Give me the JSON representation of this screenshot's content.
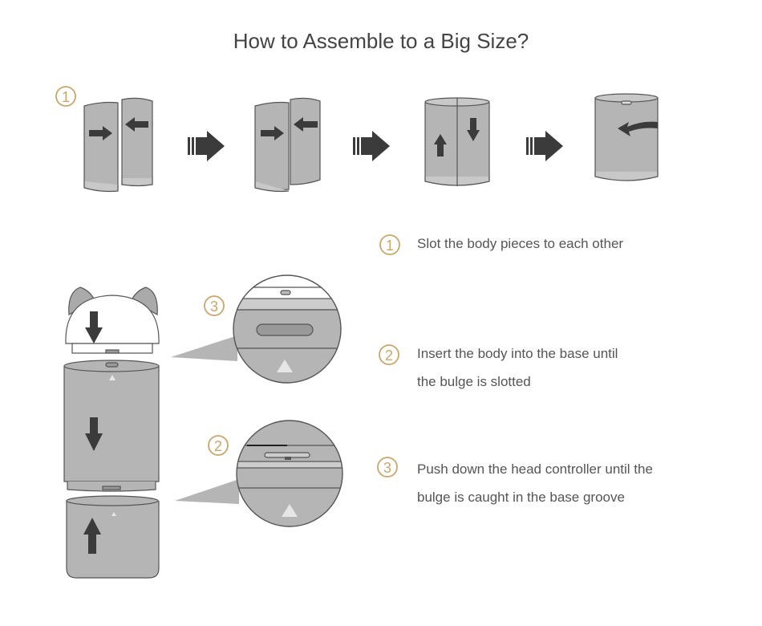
{
  "title": "How to Assemble to a Big Size?",
  "step_numbers": {
    "one": "1",
    "two": "2",
    "three": "3"
  },
  "instructions": [
    {
      "number": "1",
      "lines": [
        "Slot the body pieces to each other"
      ]
    },
    {
      "number": "2",
      "lines": [
        "Insert the body into the base until",
        "the bulge is slotted"
      ]
    },
    {
      "number": "3",
      "lines": [
        "Push down the head controller until the",
        "bulge is caught in the base groove"
      ]
    }
  ],
  "colors": {
    "body": "#b5b5b5",
    "outline": "#555555",
    "arrow": "#3b3b3b",
    "accent": "#c9a66b",
    "text": "#555555"
  }
}
